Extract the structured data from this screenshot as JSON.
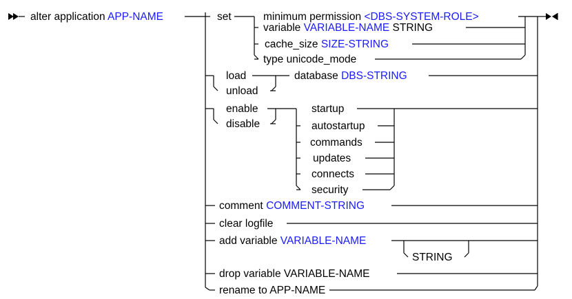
{
  "diagram": {
    "keywords": {
      "alter_application": "alter application",
      "set": "set",
      "minimum_permission": "minimum permission",
      "variable": "variable",
      "string_keyword": "STRING",
      "cache_size": "cache_size",
      "type_unicode_mode": "type unicode_mode",
      "load": "load",
      "unload": "unload",
      "database": "database",
      "enable": "enable",
      "disable": "disable",
      "startup": "startup",
      "autostartup": "autostartup",
      "commands": "commands",
      "updates": "updates",
      "connects": "connects",
      "security": "security",
      "comment": "comment",
      "clear_logfile": "clear logfile",
      "add_variable": "add variable",
      "optional_string": "STRING",
      "drop_variable": "drop variable VARIABLE-NAME",
      "rename_to": "rename to APP-NAME"
    },
    "variables": {
      "app_name": "APP-NAME",
      "dbs_system_role": "<DBS-SYSTEM-ROLE>",
      "variable_name": "VARIABLE-NAME",
      "size_string": "SIZE-STRING",
      "dbs_string": "DBS-STRING",
      "comment_string": "COMMENT-STRING",
      "add_variable_name": "VARIABLE-NAME"
    },
    "colors": {
      "keyword": "#000000",
      "variable": "#1a1aff",
      "line": "#000000",
      "background": "#ffffff"
    }
  }
}
